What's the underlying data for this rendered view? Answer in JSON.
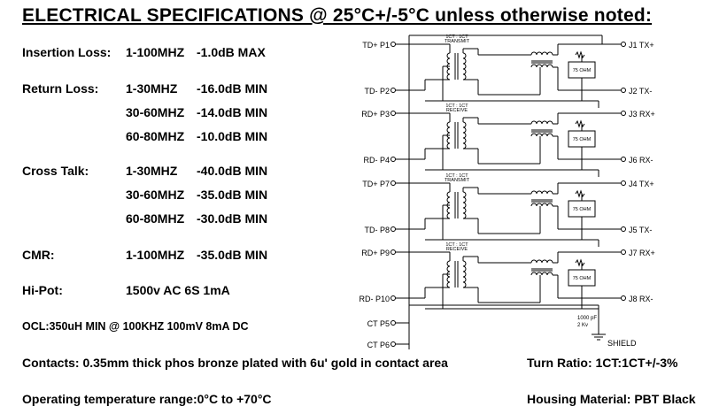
{
  "title": "ELECTRICAL SPECIFICATIONS @ 25°C+/-5°C unless otherwise noted:",
  "specs": {
    "insertion_loss": {
      "label": "Insertion Loss:",
      "rows": [
        {
          "freq": "1-100MHZ",
          "value": "-1.0dB MAX"
        }
      ]
    },
    "return_loss": {
      "label": "Return Loss:",
      "rows": [
        {
          "freq": "1-30MHZ",
          "value": "-16.0dB MIN"
        },
        {
          "freq": "30-60MHZ",
          "value": "-14.0dB MIN"
        },
        {
          "freq": "60-80MHZ",
          "value": "-10.0dB MIN"
        }
      ]
    },
    "cross_talk": {
      "label": "Cross Talk:",
      "rows": [
        {
          "freq": "1-30MHZ",
          "value": "-40.0dB MIN"
        },
        {
          "freq": "30-60MHZ",
          "value": "-35.0dB MIN"
        },
        {
          "freq": "60-80MHZ",
          "value": "-30.0dB MIN"
        }
      ]
    },
    "cmr": {
      "label": "CMR:",
      "rows": [
        {
          "freq": "1-100MHZ",
          "value": "-35.0dB MIN"
        }
      ]
    },
    "hipot": {
      "label": "Hi-Pot:",
      "value": "1500v AC 6S 1mA"
    },
    "ocl": "OCL:350uH MIN @ 100KHZ 100mV 8mA DC"
  },
  "footer": {
    "contacts": "Contacts: 0.35mm thick phos bronze plated with 6u' gold in contact area",
    "turn_ratio": "Turn Ratio: 1CT:1CT+/-3%",
    "temp_range": "Operating temperature range:0°C to +70°C",
    "housing": "Housing Material: PBT Black"
  },
  "schematic": {
    "channels": [
      {
        "plus_in": "TD+ P1",
        "minus_in": "TD- P2",
        "plus_out": "J1 TX+",
        "minus_out": "J2 TX-",
        "ratio": "1CT : 1CT",
        "kind": "TRANSMIT",
        "resistor": "75 OHM"
      },
      {
        "plus_in": "RD+ P3",
        "minus_in": "RD- P4",
        "plus_out": "J3 RX+",
        "minus_out": "J6 RX-",
        "ratio": "1CT : 1CT",
        "kind": "RECEIVE",
        "resistor": "75 OHM"
      },
      {
        "plus_in": "TD+ P7",
        "minus_in": "TD- P8",
        "plus_out": "J4 TX+",
        "minus_out": "J5 TX-",
        "ratio": "1CT : 1CT",
        "kind": "TRANSMIT",
        "resistor": "75 OHM"
      },
      {
        "plus_in": "RD+ P9",
        "minus_in": "RD- P10",
        "plus_out": "J7 RX+",
        "minus_out": "J8 RX-",
        "ratio": "1CT : 1CT",
        "kind": "RECEIVE",
        "resistor": "75 OHM"
      }
    ],
    "ct_pins": [
      "CT P5",
      "CT P6"
    ],
    "capacitor": [
      "1000 pF",
      "2 Kv"
    ],
    "shield": "SHIELD"
  }
}
